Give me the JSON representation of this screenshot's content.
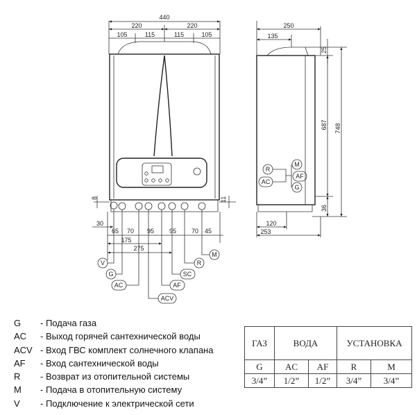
{
  "front_view": {
    "top_dims": {
      "total": "440",
      "half_left": "220",
      "half_right": "220",
      "q1": "105",
      "q2": "115",
      "q3": "115",
      "q4": "105"
    },
    "side_dims": {
      "left": "8",
      "right": "11"
    },
    "bottom_dims": {
      "offset": "30",
      "d1": "65",
      "d2": "70",
      "d3": "95",
      "d4": "95",
      "d5": "70",
      "d6": "45",
      "c1": "175",
      "c2": "275"
    },
    "connections": [
      "V",
      "G",
      "AC",
      "ACV",
      "AF",
      "SC",
      "R",
      "M"
    ]
  },
  "side_view": {
    "top_dims": {
      "depth": "250",
      "offset": "135"
    },
    "right_dims": {
      "top": "25",
      "mid": "687",
      "total": "748",
      "bottom": "36"
    },
    "bottom_dims": {
      "a": "120",
      "b": "253"
    },
    "connections": [
      "R",
      "M",
      "AF",
      "AC",
      "G"
    ]
  },
  "legend": [
    {
      "code": "G",
      "text": "- Подача газа"
    },
    {
      "code": "AC",
      "text": "- Выход горячей сантехнической воды"
    },
    {
      "code": "ACV",
      "text": "- Вход ГВС комплект солнечного клапана"
    },
    {
      "code": "AF",
      "text": "- Вход сантехнической воды"
    },
    {
      "code": "R",
      "text": "- Возврат из отопительной системы"
    },
    {
      "code": "M",
      "text": "- Подача в отопительную систему"
    },
    {
      "code": "V",
      "text": "- Подключение к электрической сети"
    }
  ],
  "table": {
    "groups": [
      "ГАЗ",
      "ВОДА",
      "УСТАНОВКА"
    ],
    "codes": [
      "G",
      "AC",
      "AF",
      "R",
      "M"
    ],
    "sizes": [
      "3/4”",
      "1/2”",
      "1/2”",
      "3/4”",
      "3/4”"
    ]
  }
}
